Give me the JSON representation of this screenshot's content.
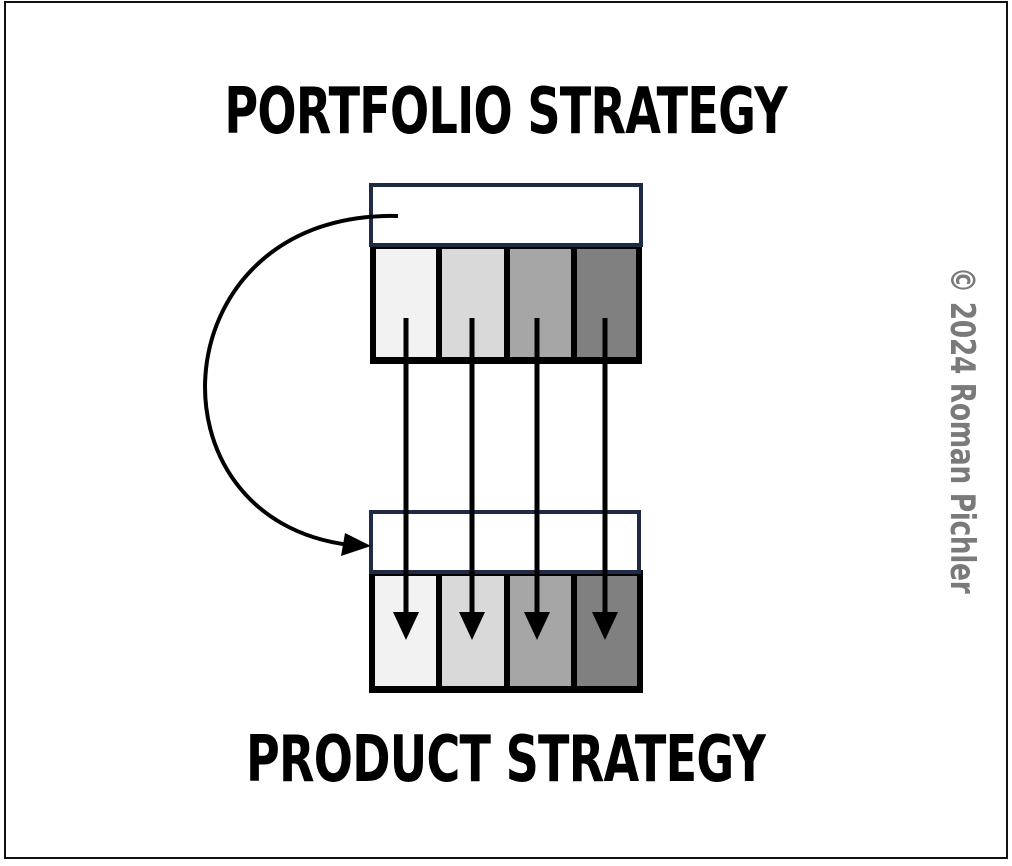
{
  "header": {
    "title": "PORTFOLIO STRATEGY"
  },
  "footer": {
    "title": "PRODUCT STRATEGY"
  },
  "watermark": {
    "text": "© 2024 Roman Pichler"
  },
  "diagram": {
    "colors": {
      "outline": "#000000",
      "header_border": "#1f2a44",
      "header_fill": "#ffffff",
      "segments": [
        "#f2f2f2",
        "#d9d9d9",
        "#a6a6a6",
        "#808080"
      ],
      "watermark": "#7a7a7a"
    },
    "blocks": [
      {
        "name": "portfolio-strategy-block",
        "segment_count": 4
      },
      {
        "name": "product-strategy-block",
        "segment_count": 4
      }
    ],
    "connectors": [
      {
        "name": "strategy-link-arrow",
        "from": "portfolio-header",
        "to": "product-header"
      },
      {
        "name": "segment-arrow-1",
        "from": "portfolio-segment-1",
        "to": "product-segment-1"
      },
      {
        "name": "segment-arrow-2",
        "from": "portfolio-segment-2",
        "to": "product-segment-2"
      },
      {
        "name": "segment-arrow-3",
        "from": "portfolio-segment-3",
        "to": "product-segment-3"
      },
      {
        "name": "segment-arrow-4",
        "from": "portfolio-segment-4",
        "to": "product-segment-4"
      }
    ]
  }
}
